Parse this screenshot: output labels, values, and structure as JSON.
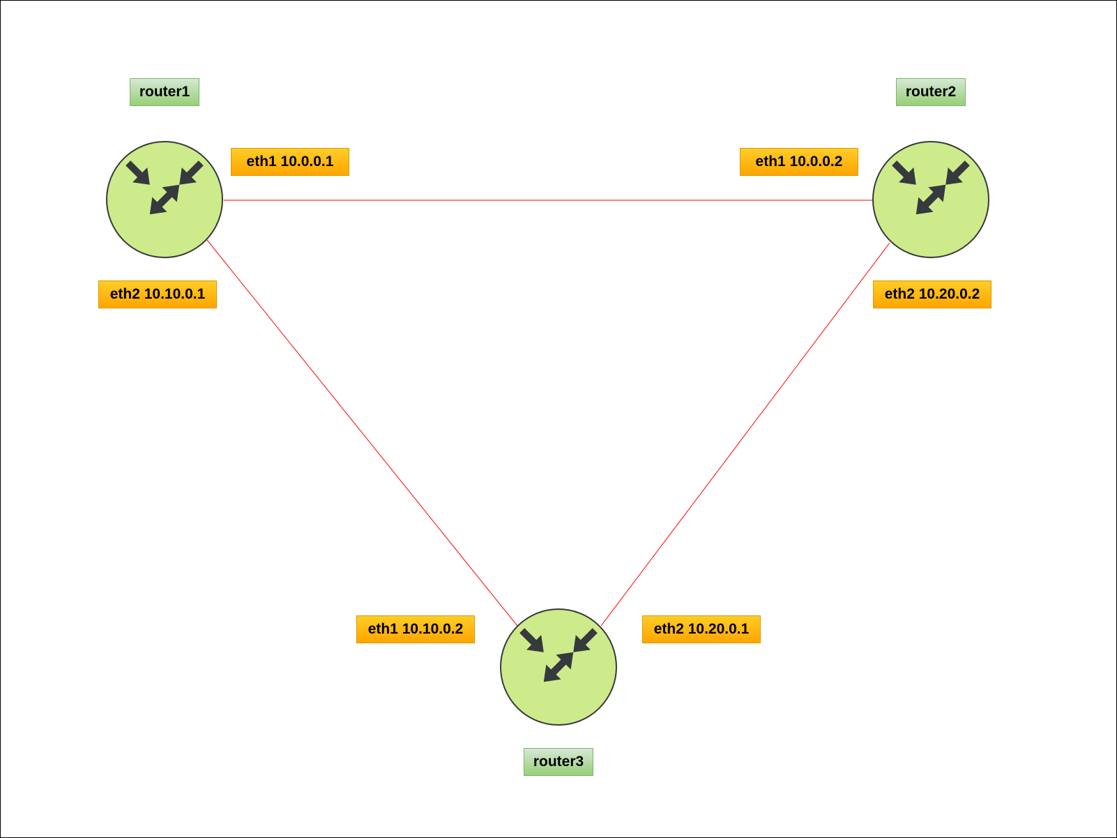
{
  "diagram": {
    "colors": {
      "link": "#ff0000",
      "router_fill": "#cdeb8b",
      "router_stroke": "#36393d",
      "name_label_fill": "#97d077",
      "iface_label_fill": "#ffa500"
    },
    "routers": [
      {
        "name": "router1",
        "icon": "router-icon"
      },
      {
        "name": "router2",
        "icon": "router-icon"
      },
      {
        "name": "router3",
        "icon": "router-icon"
      }
    ],
    "interfaces": [
      {
        "router": "router1",
        "label": "eth1 10.0.0.1"
      },
      {
        "router": "router1",
        "label": "eth2 10.10.0.1"
      },
      {
        "router": "router2",
        "label": "eth1 10.0.0.2"
      },
      {
        "router": "router2",
        "label": "eth2 10.20.0.2"
      },
      {
        "router": "router3",
        "label": "eth1 10.10.0.2"
      },
      {
        "router": "router3",
        "label": "eth2 10.20.0.1"
      }
    ],
    "links": [
      {
        "from": "router1",
        "to": "router2"
      },
      {
        "from": "router1",
        "to": "router3"
      },
      {
        "from": "router2",
        "to": "router3"
      }
    ]
  }
}
